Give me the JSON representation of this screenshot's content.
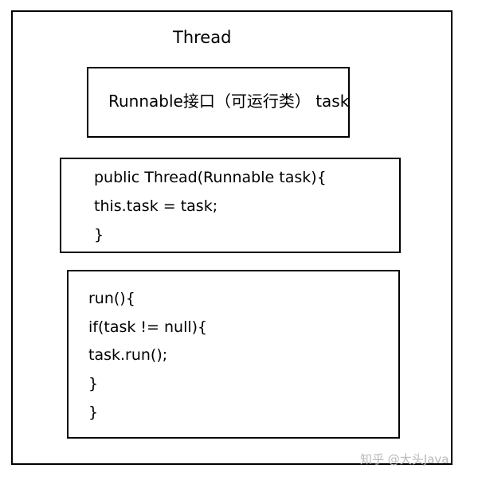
{
  "thread": {
    "title": "Thread"
  },
  "runnable": {
    "label": "Runnable接口（可运行类） task"
  },
  "constructor": {
    "lines": [
      "public Thread(Runnable task){",
      "this.task = task;",
      "}"
    ]
  },
  "run_method": {
    "lines": [
      "run(){",
      "if(task != null){",
      "task.run();",
      "}",
      "}"
    ]
  },
  "watermark": {
    "text": "知乎 @大头Java"
  }
}
